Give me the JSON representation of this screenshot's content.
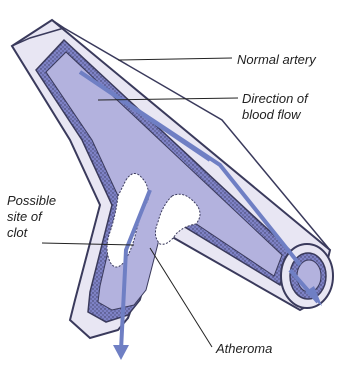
{
  "labels": {
    "normal_artery": "Normal artery",
    "direction_line1": "Direction of",
    "direction_line2": "blood flow",
    "clot_line1": "Possible",
    "clot_line2": "site of",
    "clot_line3": "clot",
    "atheroma": "Atheroma"
  },
  "colors": {
    "outer_wall": "#e8e6f3",
    "wall_edge": "#3a3a5c",
    "middle_layer": "#7e82c6",
    "lumen": "#b3b2de",
    "flow_arrow": "#6f7fc4",
    "atheroma_plaque": "#ffffff"
  }
}
